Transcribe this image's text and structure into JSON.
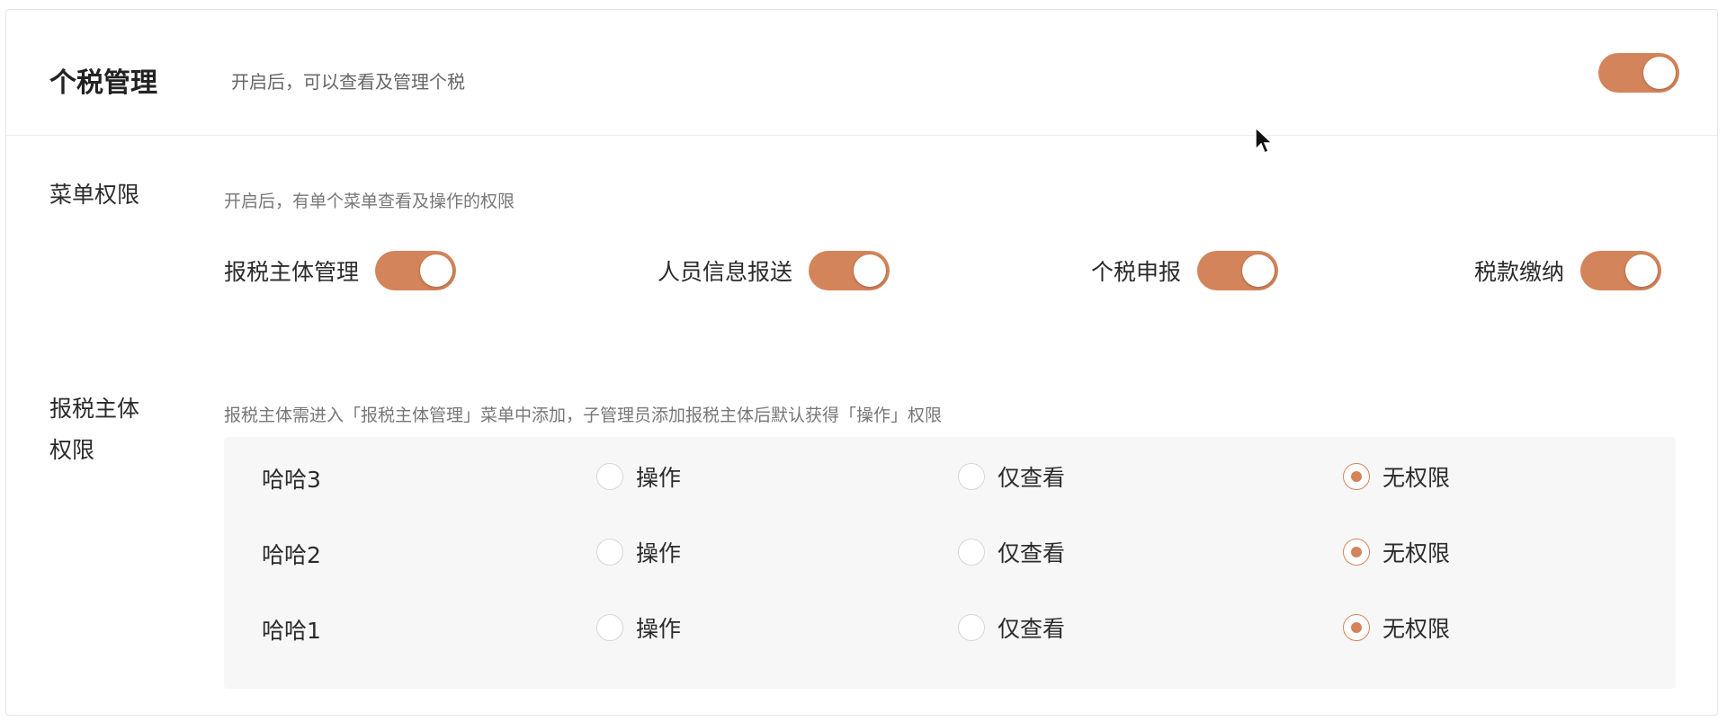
{
  "header": {
    "title": "个税管理",
    "subtitle": "开启后，可以查看及管理个税",
    "toggle_on": true
  },
  "menu_permissions": {
    "label": "菜单权限",
    "description": "开启后，有单个菜单查看及操作的权限",
    "items": [
      {
        "label": "报税主体管理",
        "on": true
      },
      {
        "label": "人员信息报送",
        "on": true
      },
      {
        "label": "个税申报",
        "on": true
      },
      {
        "label": "税款缴纳",
        "on": true
      }
    ]
  },
  "entity_permissions": {
    "label_line1": "报税主体",
    "label_line2": "权限",
    "description": "报税主体需进入「报税主体管理」菜单中添加，子管理员添加报税主体后默认获得「操作」权限",
    "options": [
      "操作",
      "仅查看",
      "无权限"
    ],
    "rows": [
      {
        "name": "哈哈3",
        "selected": "无权限"
      },
      {
        "name": "哈哈2",
        "selected": "无权限"
      },
      {
        "name": "哈哈1",
        "selected": "无权限"
      }
    ]
  },
  "colors": {
    "accent": "#d4845a",
    "panel_bg": "#f7f7f7"
  }
}
